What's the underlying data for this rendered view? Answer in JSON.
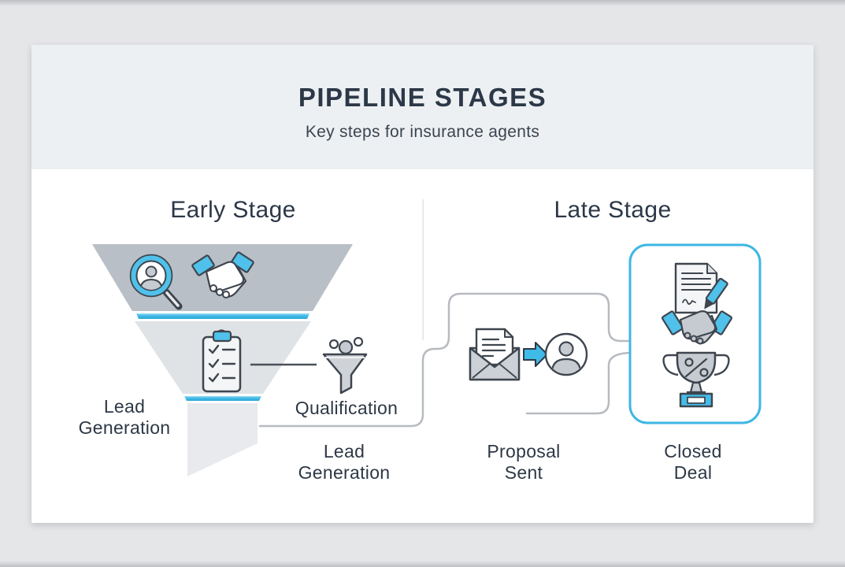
{
  "header": {
    "title": "PIPELINE STAGES",
    "subtitle": "Key steps for insurance agents"
  },
  "sections": {
    "early_heading": "Early Stage",
    "late_heading": "Late Stage"
  },
  "labels": {
    "funnel_left": {
      "line1": "Lead",
      "line2": "Generation"
    },
    "qualification": "Qualification",
    "funnel_bottom": {
      "line1": "Lead",
      "line2": "Generation"
    },
    "proposal": {
      "line1": "Proposal",
      "line2": "Sent"
    },
    "closed": {
      "line1": "Closed",
      "line2": "Deal"
    }
  },
  "icons": {
    "search_person": "magnifier-with-person",
    "handshake": "handshake-with-blue-cuffs",
    "checklist": "clipboard-with-checkmarks",
    "filter_funnel": "funnel-with-lead-heads",
    "open_envelope": "open-envelope-with-letter",
    "arrow_right": "blue-right-block-arrow",
    "person_avatar": "person-in-circle",
    "contract": "signed-contract-with-handshake",
    "trophy": "trophy-with-percent-badge"
  },
  "colors": {
    "page_bg": "#e5e6e8",
    "card_bg": "#ffffff",
    "header_band": "#edf0f2",
    "text_dark": "#2c3848",
    "accent_cyan": "#3db7e4",
    "icon_cyan": "#4fc1ea",
    "funnel_tier1": "#b9bfc6",
    "funnel_tier2": "#e0e3e6",
    "funnel_stem": "#e8eaed",
    "connector_gray": "#b7bbc0",
    "icon_outline": "#3e454e",
    "icon_gray_fill": "#c6cbd1"
  }
}
